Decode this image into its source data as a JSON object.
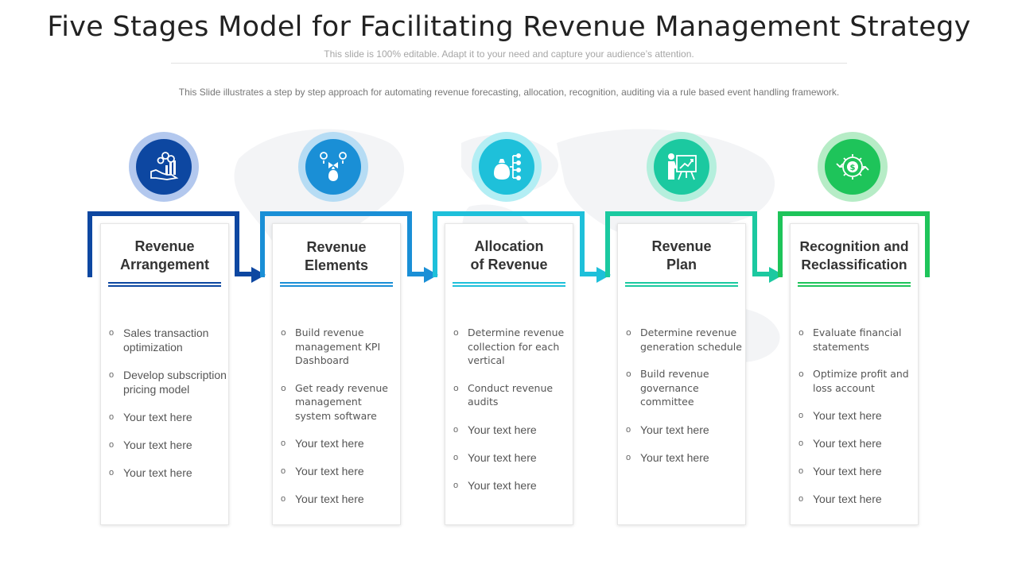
{
  "header": {
    "title": "Five Stages Model for Facilitating Revenue Management Strategy",
    "subtitle": "This slide is 100% editable. Adapt it to your need and capture your audience’s attention.",
    "description": "This Slide illustrates a step by step approach for automating revenue forecasting, allocation, recognition, auditing via a rule based event handling framework."
  },
  "stages": [
    {
      "title_line1": "Revenue",
      "title_line2": "Arrangement",
      "color": "#0d47a1",
      "ring_color": "#b3c8ee",
      "icon": "hand-money-chart-icon",
      "bullets": [
        "Sales transaction optimization",
        "Develop subscription pricing model",
        "Your text here",
        "Your text here",
        "Your text here"
      ]
    },
    {
      "title_line1": "Revenue",
      "title_line2": "Elements",
      "color": "#1a8fd6",
      "ring_color": "#b6dcf4",
      "icon": "money-bag-funnel-icon",
      "bullets": [
        "Build revenue management KPI Dashboard",
        "Get ready revenue management system software",
        "Your text here",
        "Your text here",
        "Your text here"
      ]
    },
    {
      "title_line1": "Allocation",
      "title_line2": "of Revenue",
      "color": "#1ec0da",
      "ring_color": "#b3eef4",
      "icon": "money-bag-hierarchy-icon",
      "bullets": [
        "Determine revenue collection for each vertical",
        "Conduct revenue audits",
        "Your text here",
        "Your text here",
        "Your text here"
      ]
    },
    {
      "title_line1": "Revenue",
      "title_line2": "Plan",
      "color": "#1bc9a0",
      "ring_color": "#b5efdd",
      "icon": "presentation-growth-icon",
      "bullets": [
        "Determine revenue generation schedule",
        "Build revenue governance committee",
        "Your text here",
        "Your text here"
      ]
    },
    {
      "title_line1": "Recognition and",
      "title_line2": "Reclassification",
      "color": "#1ec45a",
      "ring_color": "#b6ecc6",
      "icon": "dollar-gear-cycle-icon",
      "bullets": [
        "Evaluate financial statements",
        "Optimize profit and loss account",
        "Your text here",
        "Your text here",
        "Your text here",
        "Your text here"
      ]
    }
  ]
}
